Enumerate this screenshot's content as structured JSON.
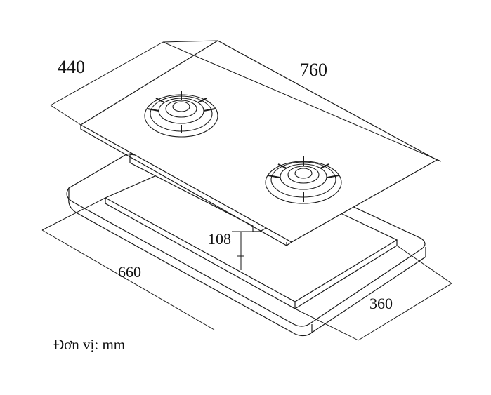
{
  "diagram": {
    "dimensions": {
      "glass_depth": "440",
      "glass_width": "760",
      "height": "108",
      "cutout_width": "660",
      "cutout_depth": "360"
    },
    "unit_note": "Đơn vị: mm",
    "colors": {
      "line": "#1a1a1a",
      "background": "#ffffff"
    },
    "burner_count": 2
  }
}
